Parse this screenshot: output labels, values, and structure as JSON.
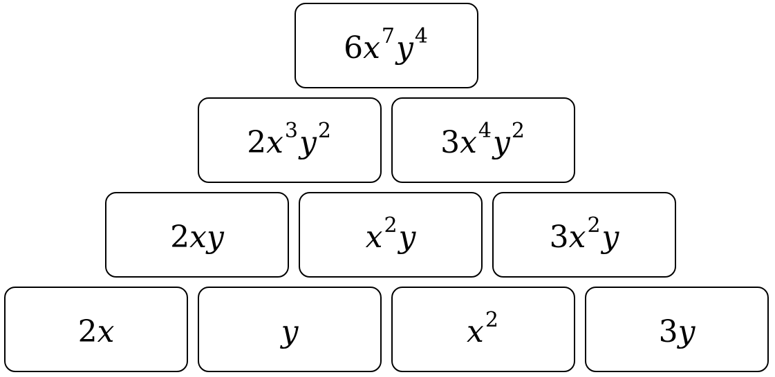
{
  "pyramid": {
    "rows": [
      [
        {
          "coef": "6",
          "parts": [
            {
              "v": "x",
              "e": "7"
            },
            {
              "v": "y",
              "e": "4"
            }
          ]
        }
      ],
      [
        {
          "coef": "2",
          "parts": [
            {
              "v": "x",
              "e": "3"
            },
            {
              "v": "y",
              "e": "2"
            }
          ]
        },
        {
          "coef": "3",
          "parts": [
            {
              "v": "x",
              "e": "4"
            },
            {
              "v": "y",
              "e": "2"
            }
          ]
        }
      ],
      [
        {
          "coef": "2",
          "parts": [
            {
              "v": "x",
              "e": ""
            },
            {
              "v": "y",
              "e": ""
            }
          ]
        },
        {
          "coef": "",
          "parts": [
            {
              "v": "x",
              "e": "2"
            },
            {
              "v": "y",
              "e": ""
            }
          ]
        },
        {
          "coef": "3",
          "parts": [
            {
              "v": "x",
              "e": "2"
            },
            {
              "v": "y",
              "e": ""
            }
          ]
        }
      ],
      [
        {
          "coef": "2",
          "parts": [
            {
              "v": "x",
              "e": ""
            }
          ]
        },
        {
          "coef": "",
          "parts": [
            {
              "v": "y",
              "e": ""
            }
          ]
        },
        {
          "coef": "",
          "parts": [
            {
              "v": "x",
              "e": "2"
            }
          ]
        },
        {
          "coef": "3",
          "parts": [
            {
              "v": "y",
              "e": ""
            }
          ]
        }
      ]
    ]
  }
}
